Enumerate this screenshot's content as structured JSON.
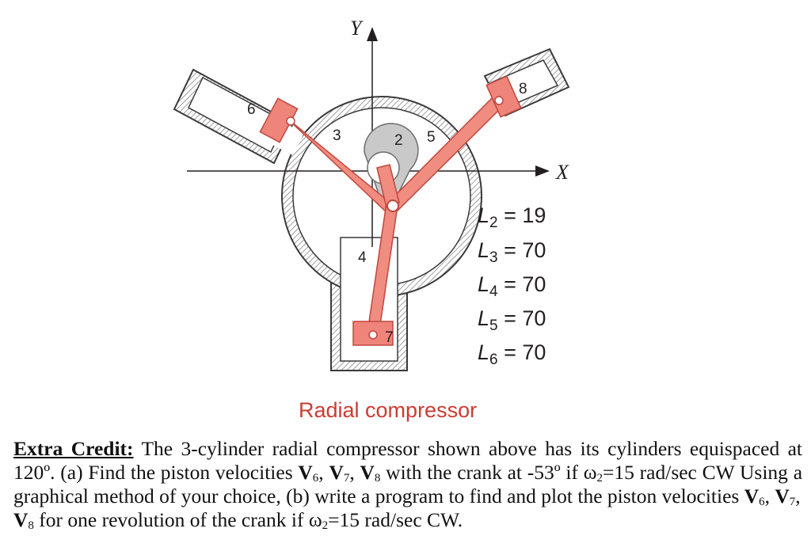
{
  "figure": {
    "axis_y_label": "Y",
    "axis_x_label": "X",
    "part_numbers": [
      "6",
      "3",
      "2",
      "5",
      "8",
      "4",
      "7"
    ],
    "lengths": [
      {
        "symbol": "L",
        "sub": "2",
        "rest": " = 19"
      },
      {
        "symbol": "L",
        "sub": "3",
        "rest": " = 70"
      },
      {
        "symbol": "L",
        "sub": "4",
        "rest": " = 70"
      },
      {
        "symbol": "L",
        "sub": "5",
        "rest": " = 70"
      },
      {
        "symbol": "L",
        "sub": "6",
        "rest": " = 70"
      }
    ],
    "caption": "Radial compressor",
    "colors": {
      "links": "#f08c80",
      "pistons": "#ef857a",
      "link_outline": "#c0473e",
      "crank_hub": "#c9c9c9",
      "housing_outline": "#3a3a3a",
      "caption": "#cc3b32"
    }
  },
  "problem": {
    "heading": "Extra Credit:",
    "p1": " The 3-cylinder radial compressor shown above has its cylinders equispaced at 120º. (a) Find the piston velocities ",
    "v6": "V",
    "v6_sub": "6",
    "sep1": ", ",
    "v7": "V",
    "v7_sub": "7",
    "sep2": ", ",
    "v8": "V",
    "v8_sub": "8",
    "p2": " with the crank at -53º if ω",
    "w_sub1": "2",
    "p3": "=15 rad/sec CW Using a graphical method of your choice, (b) write a program to find and plot the piston velocities ",
    "v6b": "V",
    "v6b_sub": "6",
    "sep3": ", ",
    "v7b": "V",
    "v7b_sub": "7",
    "sep4": ", ",
    "v8b": "V",
    "v8b_sub": "8",
    "p4": " for one revolution of the crank if ω",
    "w_sub2": "2",
    "p5": "=15 rad/sec CW."
  }
}
